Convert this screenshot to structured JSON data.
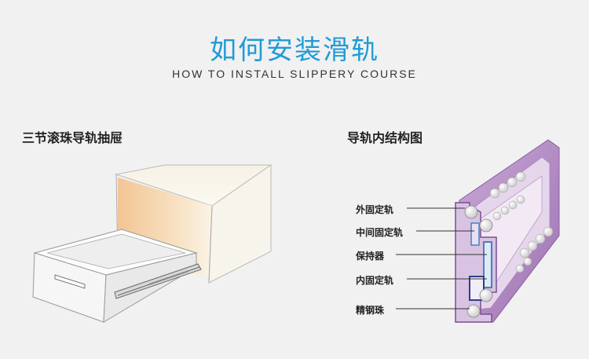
{
  "header": {
    "title": "如何安装滑轨",
    "subtitle": "HOW TO INSTALL SLIPPERY COURSE"
  },
  "left_section": {
    "title": "三节滚珠导轨抽屉"
  },
  "right_section": {
    "title": "导轨内结构图",
    "labels": [
      "外固定轨",
      "中间固定轨",
      "保持器",
      "内固定轨",
      "精钢珠"
    ]
  },
  "colors": {
    "title": "#1f9bd8",
    "rail_purple": "#b894c6",
    "rail_light": "#e6d6ec",
    "cabinet_interior": "#f4c99a",
    "rail_blue": "#4a7ec0"
  }
}
